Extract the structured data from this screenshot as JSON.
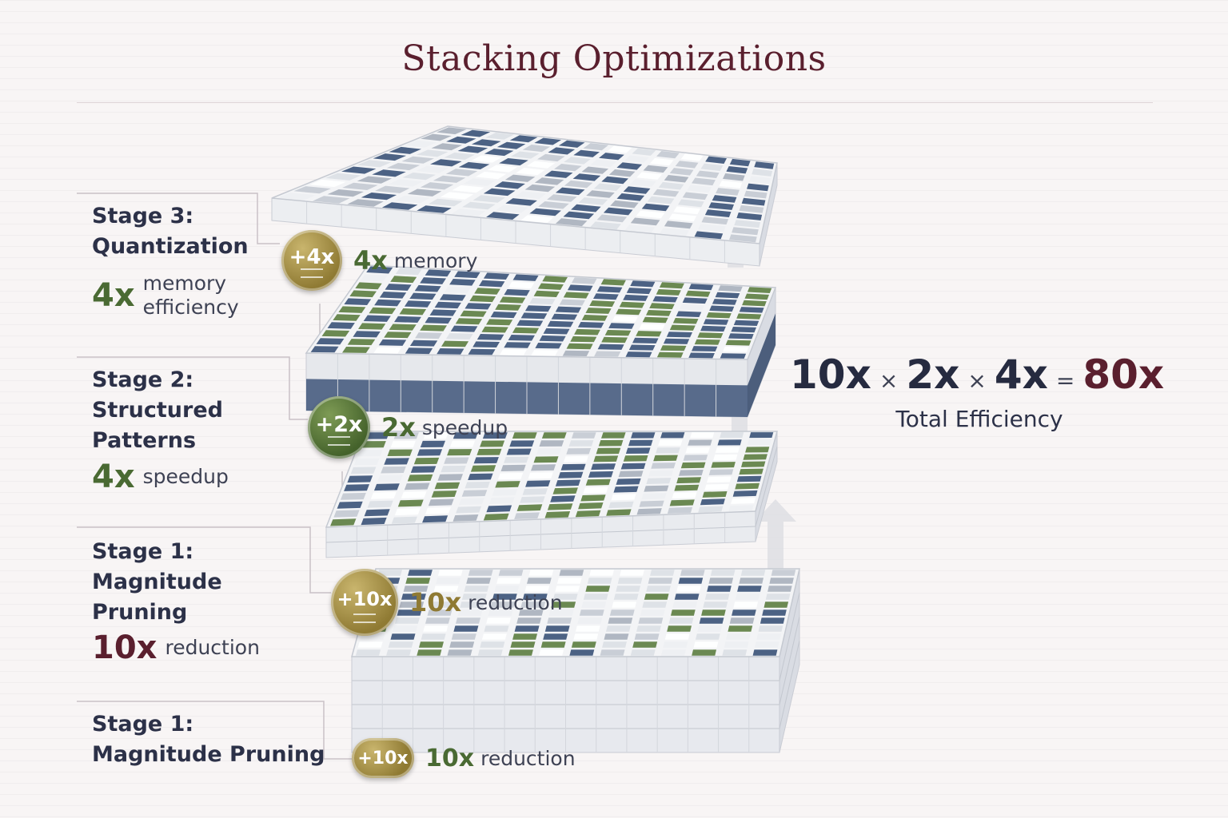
{
  "title": "Stacking Optimizations",
  "stages": [
    {
      "lines": [
        "Stage 3:",
        "Quantization"
      ],
      "metric_value": "4x",
      "metric_text": [
        "memory",
        "efficiency"
      ]
    },
    {
      "lines": [
        "Stage 2:",
        "Structured",
        "Patterns"
      ],
      "metric_value": "4x",
      "metric_text": [
        "speedup"
      ]
    },
    {
      "lines": [
        "Stage 1:",
        "Magnitude",
        "Pruning"
      ],
      "metric_value": "10x",
      "metric_text": [
        "reduction"
      ]
    },
    {
      "lines": [
        "Stage 1:",
        "Magnitude Pruning"
      ]
    }
  ],
  "callouts": [
    {
      "badge": "+4x",
      "value": "4x",
      "text": "memory",
      "color": "#8f7a33"
    },
    {
      "badge": "+2x",
      "value": "2x",
      "text": "speedup",
      "color": "#44622b"
    },
    {
      "badge": "+10x",
      "value": "10x",
      "text": "reduction",
      "color": "#8f7a33"
    },
    {
      "badge": "+10x",
      "value": "10x",
      "text": "reduction",
      "color": "#8f7a33"
    }
  ],
  "equation": {
    "terms": [
      "10x",
      "2x",
      "4x"
    ],
    "operator": "×",
    "equals": "=",
    "result": "80x",
    "label": "Total Efficiency"
  },
  "colors": {
    "navy": "#3e557a",
    "green": "#5f7f43",
    "wine": "#5a1f2e",
    "gold": "#8f7a33"
  }
}
